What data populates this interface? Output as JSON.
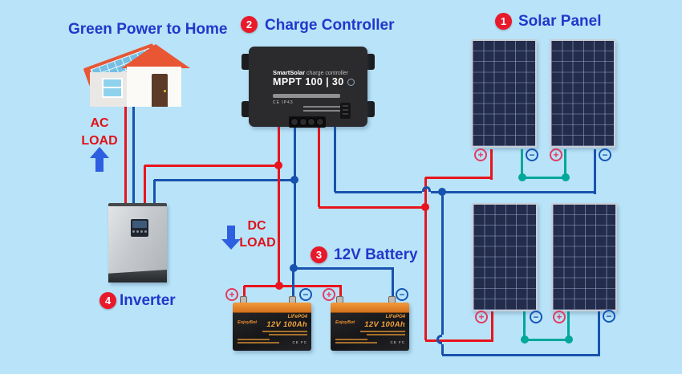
{
  "colors": {
    "background": "#b9e3f8",
    "wire_positive": "#e8141e",
    "wire_negative": "#1753ae",
    "wire_series_link": "#00a79b",
    "badge": "#e8192b",
    "heading": "#2138cc",
    "load_text": "#e01219",
    "arrow": "#2e5fe0"
  },
  "headings": {
    "home": "Green Power to Home"
  },
  "sections": {
    "solar_panel": {
      "num": "1",
      "label": "Solar Panel"
    },
    "charge_controller": {
      "num": "2",
      "label": "Charge Controller"
    },
    "battery": {
      "num": "3",
      "label": "12V Battery"
    },
    "inverter": {
      "num": "4",
      "label": "Inverter"
    }
  },
  "loads": {
    "ac": {
      "line1": "AC",
      "line2": "LOAD"
    },
    "dc": {
      "line1": "DC",
      "line2": "LOAD"
    }
  },
  "controller": {
    "brand": "SmartSolar",
    "product": "charge controller",
    "model": "MPPT 100 | 30",
    "certs": "CE IP43"
  },
  "battery_label": {
    "brand": "EnjoyBot",
    "chem": "LiFePO4",
    "spec": "12V 100Ah",
    "marks": "CE FC"
  },
  "terminals": {
    "plus": "+",
    "minus": "−"
  }
}
